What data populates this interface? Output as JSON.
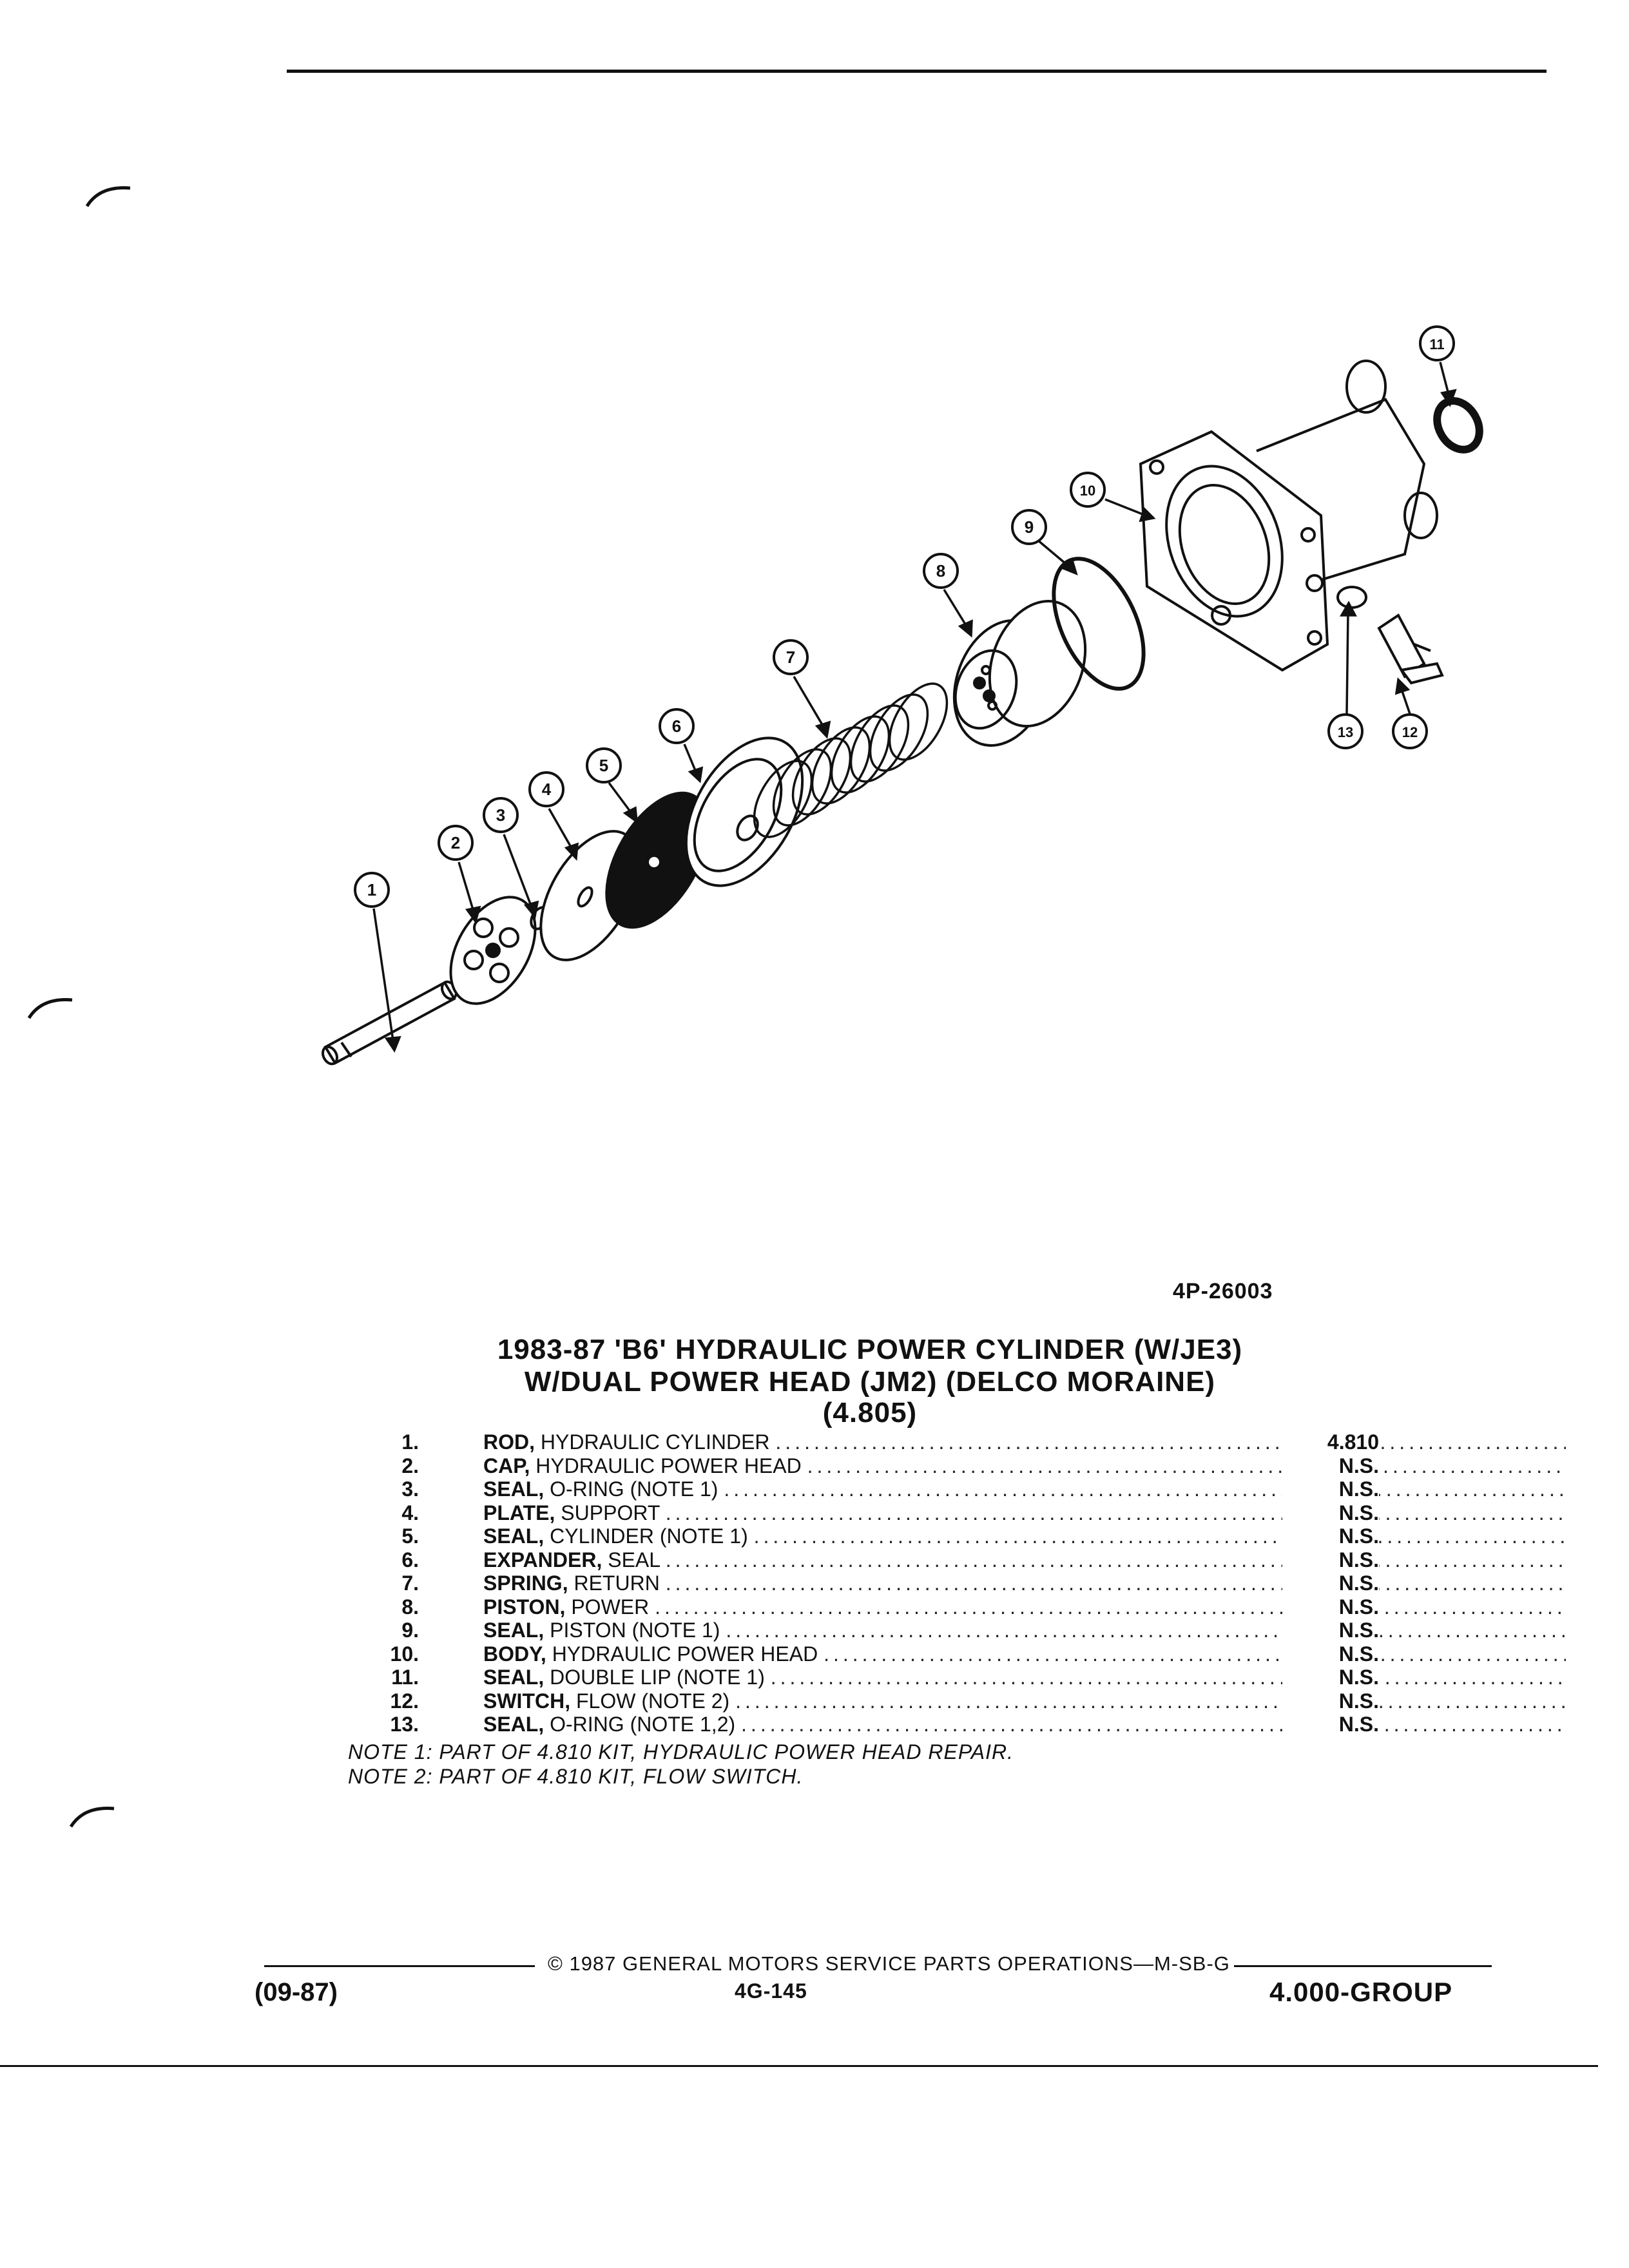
{
  "figure_number": "4P-26003",
  "title_lines": [
    "1983-87 'B6' HYDRAULIC POWER CYLINDER (W/JE3)",
    "W/DUAL POWER HEAD (JM2) (DELCO MORAINE)",
    "(4.805)"
  ],
  "callouts": [
    "1",
    "2",
    "3",
    "4",
    "5",
    "6",
    "7",
    "8",
    "9",
    "10",
    "11",
    "12",
    "13"
  ],
  "parts": [
    {
      "num": "1.",
      "name": "ROD,",
      "desc": " HYDRAULIC CYLINDER",
      "ref": "4.810"
    },
    {
      "num": "2.",
      "name": "CAP,",
      "desc": " HYDRAULIC POWER HEAD",
      "ref": "N.S."
    },
    {
      "num": "3.",
      "name": "SEAL,",
      "desc": " O-RING (NOTE 1)",
      "ref": "N.S."
    },
    {
      "num": "4.",
      "name": "PLATE,",
      "desc": " SUPPORT",
      "ref": "N.S."
    },
    {
      "num": "5.",
      "name": "SEAL,",
      "desc": " CYLINDER (NOTE 1)",
      "ref": "N.S."
    },
    {
      "num": "6.",
      "name": "EXPANDER,",
      "desc": " SEAL",
      "ref": "N.S."
    },
    {
      "num": "7.",
      "name": "SPRING,",
      "desc": " RETURN",
      "ref": "N.S."
    },
    {
      "num": "8.",
      "name": "PISTON,",
      "desc": " POWER",
      "ref": "N.S."
    },
    {
      "num": "9.",
      "name": "SEAL,",
      "desc": " PISTON (NOTE 1)",
      "ref": "N.S."
    },
    {
      "num": "10.",
      "name": "BODY,",
      "desc": " HYDRAULIC POWER HEAD",
      "ref": "N.S."
    },
    {
      "num": "11.",
      "name": "SEAL,",
      "desc": " DOUBLE LIP (NOTE 1)",
      "ref": "N.S."
    },
    {
      "num": "12.",
      "name": "SWITCH,",
      "desc": " FLOW (NOTE 2)",
      "ref": "N.S."
    },
    {
      "num": "13.",
      "name": "SEAL,",
      "desc": " O-RING (NOTE 1,2)",
      "ref": "N.S."
    }
  ],
  "dot_leader": "..................................................................................................",
  "notes": [
    "NOTE 1: PART OF 4.810 KIT, HYDRAULIC POWER HEAD REPAIR.",
    "NOTE 2: PART OF 4.810 KIT, FLOW SWITCH."
  ],
  "footer": {
    "copyright": "© 1987 GENERAL MOTORS SERVICE PARTS OPERATIONS—M-SB-G",
    "date": "(09-87)",
    "page": "4G-145",
    "group": "4.000-GROUP"
  }
}
